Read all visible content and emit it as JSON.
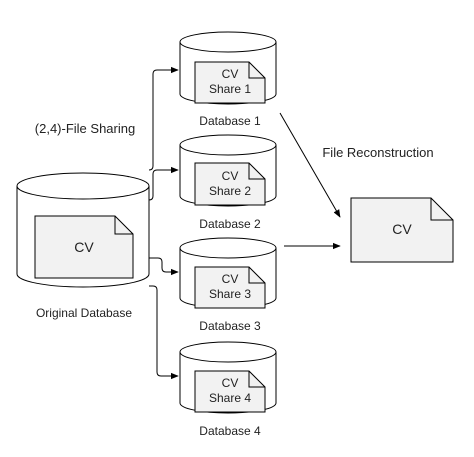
{
  "labels": {
    "sharing": "(2,4)-File Sharing",
    "reconstruction": "File Reconstruction",
    "original": "Original Database"
  },
  "original_doc": {
    "text": "CV"
  },
  "databases": [
    {
      "name": "Database 1",
      "doc_line1": "CV",
      "doc_line2": "Share 1"
    },
    {
      "name": "Database 2",
      "doc_line1": "CV",
      "doc_line2": "Share 2"
    },
    {
      "name": "Database 3",
      "doc_line1": "CV",
      "doc_line2": "Share 3"
    },
    {
      "name": "Database 4",
      "doc_line1": "CV",
      "doc_line2": "Share 4"
    }
  ],
  "reconstructed_doc": {
    "text": "CV"
  },
  "colors": {
    "doc_fill": "#f2f2f2",
    "stroke": "#000000",
    "cylinder_fill": "#ffffff"
  }
}
